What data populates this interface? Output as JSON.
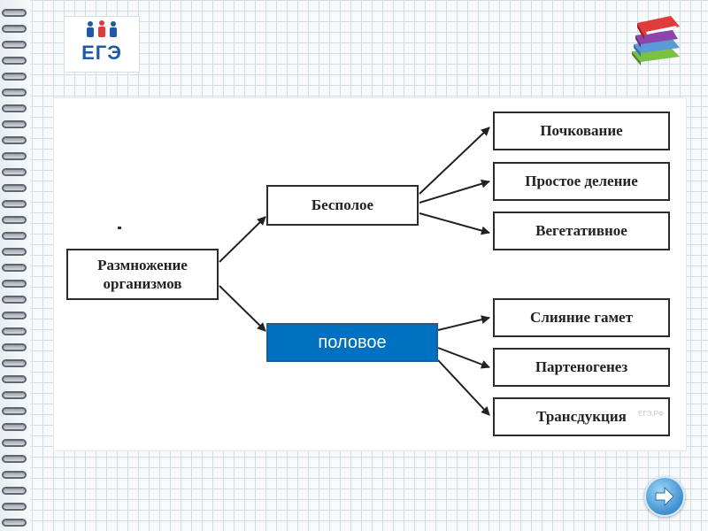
{
  "logo": {
    "text": "ЕГЭ"
  },
  "icons": {
    "books": "books-stack-icon",
    "next": "arrow-right-icon"
  },
  "diagram": {
    "root": "Размножение\nорганизмов",
    "asexual": "Бесполое",
    "sexual": "половое",
    "asexual_types": [
      "Почкование",
      "Простое деление",
      "Вегетативное"
    ],
    "sexual_types": [
      "Слияние гамет",
      "Партеногенез",
      "Трансдукция"
    ],
    "watermark": "ЕГЭ.РФ"
  },
  "colors": {
    "answer_box": "#0070c0",
    "logo_text": "#1e5aa6"
  }
}
